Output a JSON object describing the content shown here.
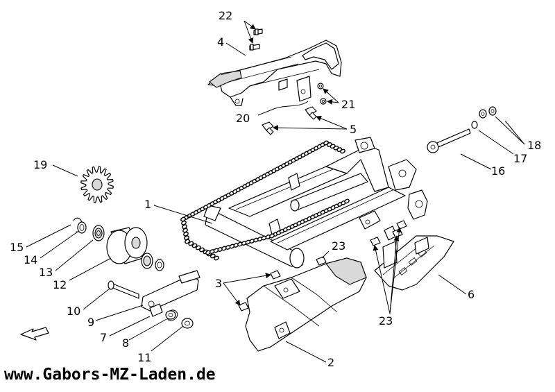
{
  "diagram": {
    "callouts": {
      "c1": "1",
      "c2": "2",
      "c3": "3",
      "c4": "4",
      "c5": "5",
      "c6": "6",
      "c7": "7",
      "c8": "8",
      "c9": "9",
      "c10": "10",
      "c11": "11",
      "c12": "12",
      "c13": "13",
      "c14": "14",
      "c15": "15",
      "c16": "16",
      "c17": "17",
      "c18": "18",
      "c19": "19",
      "c20": "20",
      "c21": "21",
      "c22": "22",
      "c23a": "23",
      "c23b": "23"
    },
    "direction_icon": "front-direction-arrow-icon"
  },
  "footer": {
    "website": "www.Gabors-MZ-Laden.de"
  }
}
